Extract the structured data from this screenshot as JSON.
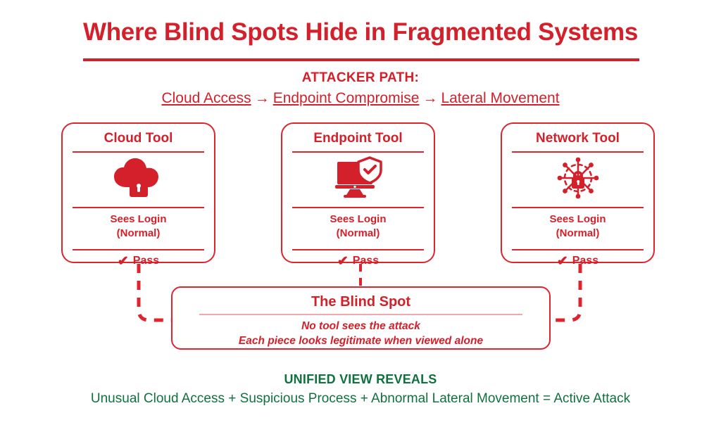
{
  "title": "Where Blind Spots Hide in Fragmented Systems",
  "attacker_path": {
    "label": "ATTACKER PATH:",
    "steps": [
      "Cloud Access",
      "Endpoint Compromise",
      "Lateral Movement"
    ],
    "arrow": "→"
  },
  "cards": [
    {
      "title": "Cloud Tool",
      "icon": "cloud-lock-icon",
      "status_line1": "Sees Login",
      "status_line2": "(Normal)",
      "verdict_icon": "✔",
      "verdict": "Pass"
    },
    {
      "title": "Endpoint Tool",
      "icon": "monitor-shield-check-icon",
      "status_line1": "Sees Login",
      "status_line2": "(Normal)",
      "verdict_icon": "✔",
      "verdict": "Pass"
    },
    {
      "title": "Network Tool",
      "icon": "network-lock-icon",
      "status_line1": "Sees Login",
      "status_line2": "(Normal)",
      "verdict_icon": "✔",
      "verdict": "Pass"
    }
  ],
  "blind_spot": {
    "title": "The Blind Spot",
    "line1": "No tool sees the attack",
    "line2": "Each piece looks legitimate when viewed alone"
  },
  "unified_view": {
    "title": "UNIFIED VIEW REVEALS",
    "text": "Unusual Cloud Access + Suspicious Process + Abnormal Lateral Movement = Active Attack"
  },
  "colors": {
    "red": "#d4202a",
    "red_border": "#e0242e",
    "pink_rule": "#f2a8ad",
    "green": "#10713f",
    "background": "#ffffff"
  }
}
